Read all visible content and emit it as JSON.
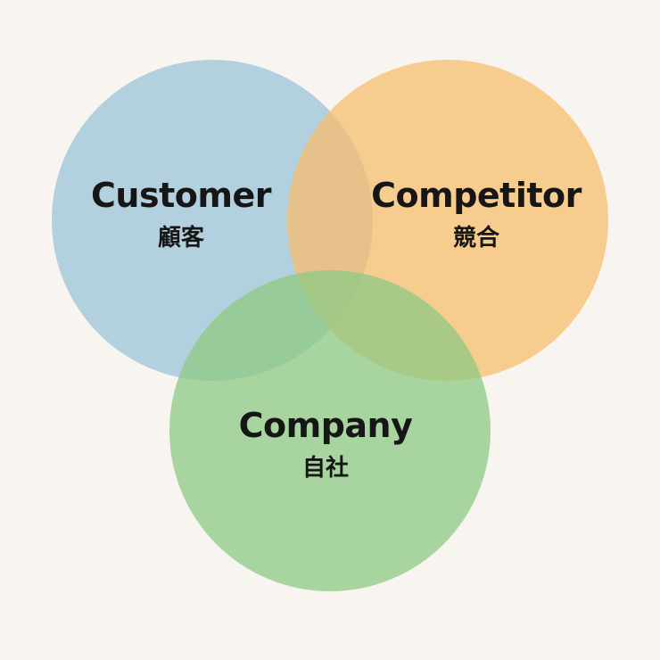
{
  "colors": {
    "background": "#f8f5f1",
    "customer": "#9cc3d8",
    "competitor": "#f7bd6e",
    "company": "#8ec983"
  },
  "circles": [
    {
      "key": "customer",
      "title": "Customer",
      "subtitle": "顧客"
    },
    {
      "key": "competitor",
      "title": "Competitor",
      "subtitle": "競合"
    },
    {
      "key": "company",
      "title": "Company",
      "subtitle": "自社"
    }
  ]
}
